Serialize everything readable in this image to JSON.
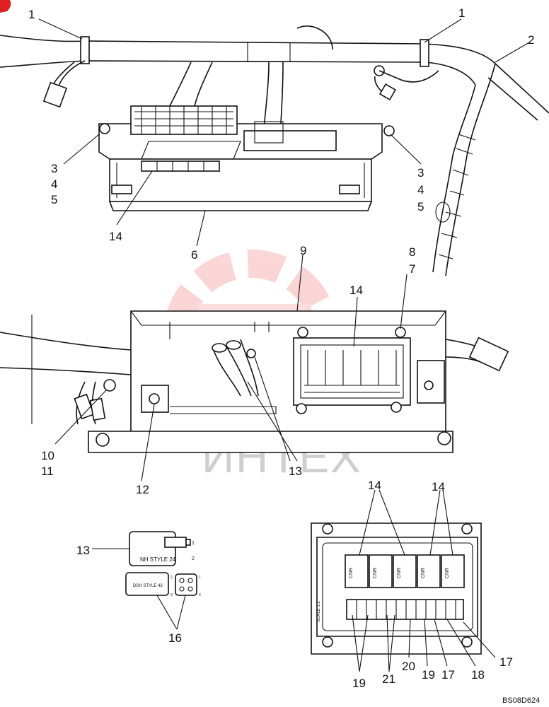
{
  "figure_code": "BS08D624",
  "watermark": {
    "text": "ИНТЕХ"
  },
  "callouts": {
    "c1a": "1",
    "c1b": "1",
    "c2": "2",
    "c3l": "3",
    "c4l": "4",
    "c5l": "5",
    "c3r": "3",
    "c4r": "4",
    "c5r": "5",
    "c14a": "14",
    "c6": "6",
    "c9": "9",
    "c8": "8",
    "c7": "7",
    "c14b": "14",
    "c10": "10",
    "c11": "11",
    "c12": "12",
    "c13a": "13",
    "c14c": "14",
    "c14d": "14",
    "c13b": "13",
    "c16": "16",
    "c19a": "19",
    "c21": "21",
    "c20": "20",
    "c19b": "19",
    "c17a": "17",
    "c18": "18",
    "c17b": "17"
  },
  "connector_labels": {
    "nh_style": "NH STYLE 24",
    "dsh_style": "DSH STYLE 43",
    "pin1": "1",
    "pin2": "2",
    "pin3": "3",
    "pin4": "4"
  },
  "relay_marking": "CNR",
  "scale_text": "SCALE 1:2"
}
